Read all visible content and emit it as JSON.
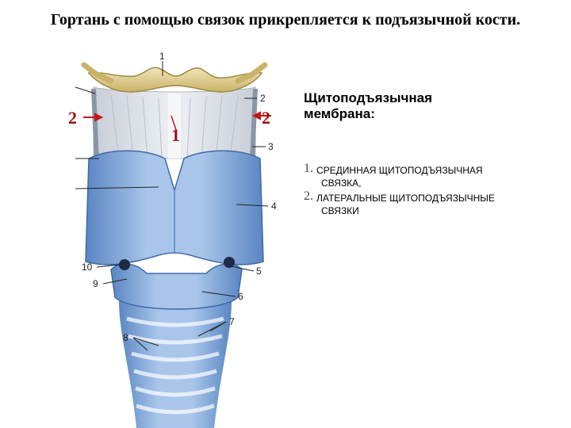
{
  "title": "Гортань с помощью связок прикрепляется к подъязычной кости.",
  "panel": {
    "title_line1": "Щитоподъязычная",
    "title_line2": "мембрана:",
    "items": [
      {
        "num": "1.",
        "line1": "СРЕДИННАЯ ЩИТОПОДЪЯЗЫЧНАЯ",
        "line2": "СВЯЗКА,"
      },
      {
        "num": "2.",
        "line1": "ЛАТЕРАЛЬНЫЕ ЩИТОПОДЪЯЗЫЧНЫЕ",
        "line2": "СВЯЗКИ"
      }
    ]
  },
  "figure": {
    "red_labels": [
      "2",
      "2",
      "1"
    ],
    "numbers": [
      "1",
      "2",
      "3",
      "4",
      "5",
      "6",
      "7",
      "8",
      "9",
      "10"
    ]
  },
  "colors": {
    "bone": "#e8d9a0",
    "cartilage": "#8fb2dc",
    "cartilage_dark": "#4d78b4",
    "membrane": "#d9dde3",
    "arrow": "#c01818"
  }
}
